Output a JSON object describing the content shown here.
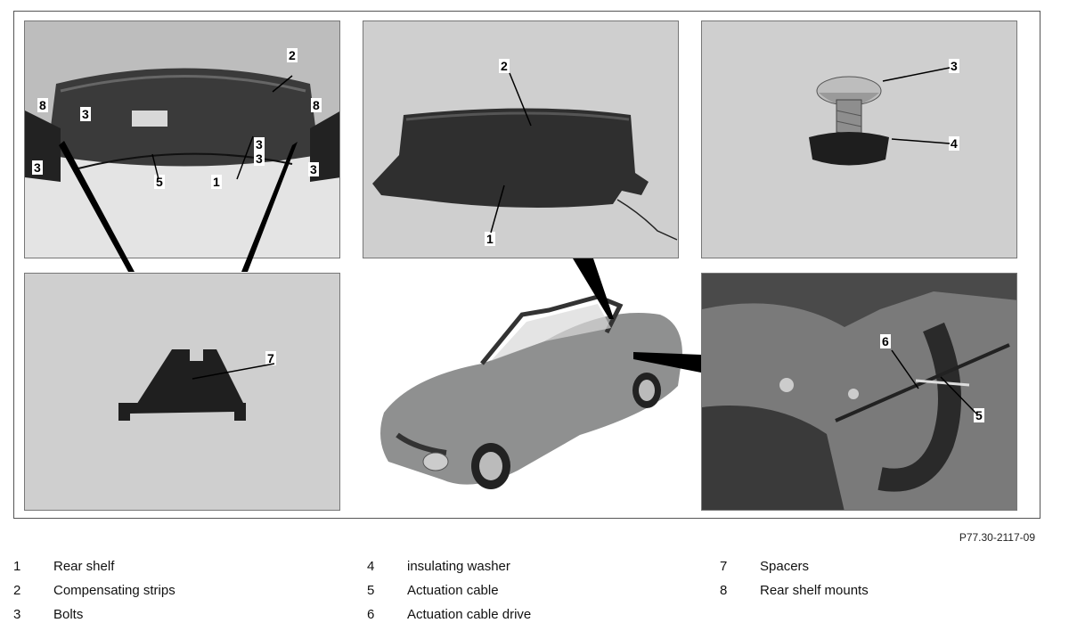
{
  "figure": {
    "reference_code": "P77.30-2117-09",
    "callouts": {
      "p1": [
        "2",
        "8",
        "3",
        "3",
        "8",
        "3",
        "3",
        "3",
        "5",
        "1"
      ],
      "p2": [
        "2",
        "1"
      ],
      "p3": [
        "3",
        "4"
      ],
      "p4": [
        "7"
      ],
      "p5": [
        "6",
        "5"
      ]
    }
  },
  "legend": {
    "columns": [
      [
        {
          "num": "1",
          "label": "Rear shelf"
        },
        {
          "num": "2",
          "label": "Compensating strips"
        },
        {
          "num": "3",
          "label": "Bolts"
        }
      ],
      [
        {
          "num": "4",
          "label": "insulating washer"
        },
        {
          "num": "5",
          "label": "Actuation cable"
        },
        {
          "num": "6",
          "label": "Actuation cable drive"
        }
      ],
      [
        {
          "num": "7",
          "label": "Spacers"
        },
        {
          "num": "8",
          "label": "Rear shelf mounts"
        }
      ]
    ]
  },
  "colors": {
    "panel_bg": "#cfcfcf",
    "part_dark": "#2a2a2a",
    "car_body": "#8f9090",
    "leader": "#000000"
  }
}
